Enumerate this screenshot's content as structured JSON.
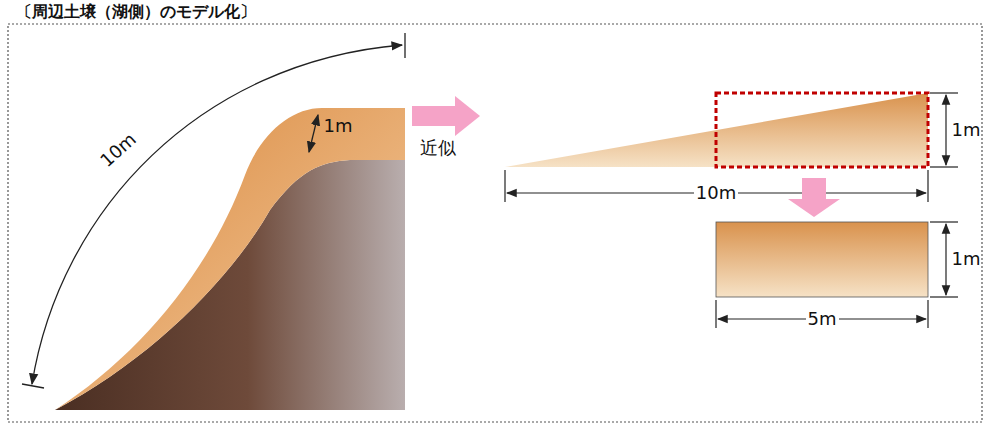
{
  "diagram": {
    "title": "〔周辺土壌（湖側）のモデル化〕",
    "labels": [
      "10m",
      "1m",
      "近似",
      "1m",
      "10m",
      "1m",
      "5m"
    ]
  }
}
